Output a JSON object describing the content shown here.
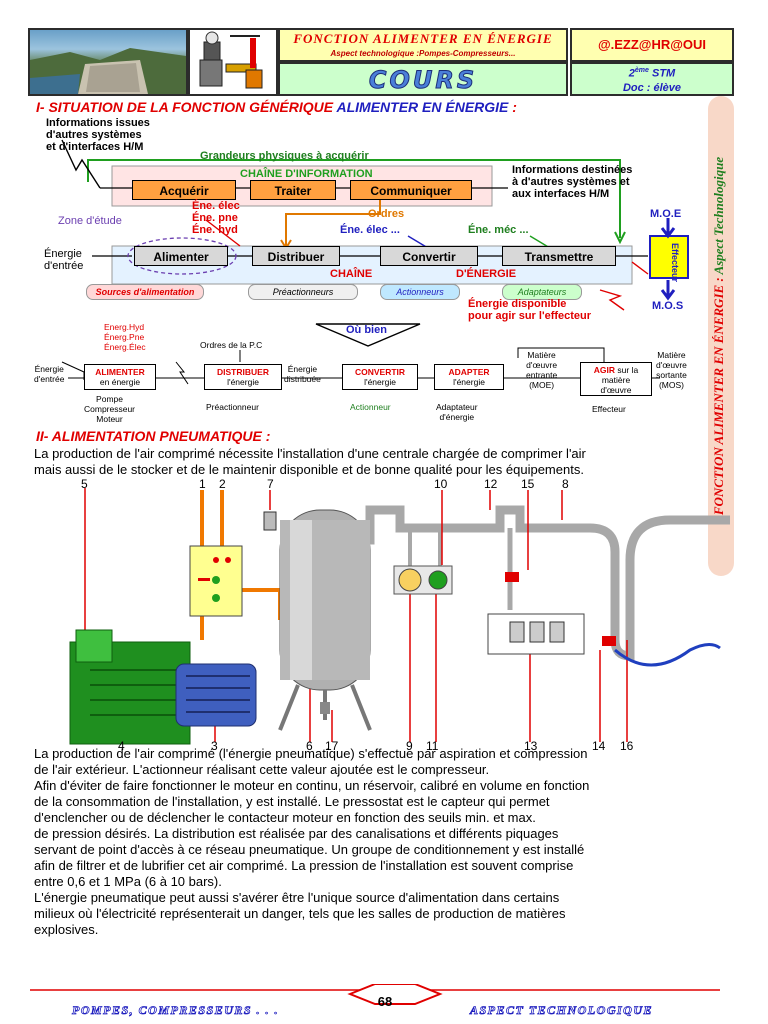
{
  "header": {
    "title": "FONCTION ALIMENTER EN ÉNERGIE",
    "subtitle": "Aspect technologique :Pompes-Compresseurs...",
    "author": "@.EZZ@HR@OUI",
    "cours": "COURS",
    "level_num": "2",
    "level_sup": "ème",
    "level_text": " STM",
    "doc": "Doc : élève"
  },
  "side_banner": {
    "part1": "FONCTION ALIMENTER EN ÉNERGIE",
    "sep": " : ",
    "part2": "Aspect Technologique"
  },
  "section1": {
    "title_prefix": "I- SITUATION DE LA FONCTION GÉNÉRIQUE ",
    "title_highlight": "ALIMENTER EN ÉNERGIE",
    "title_suffix": " :"
  },
  "diagram1": {
    "info_in": [
      "Informations issues",
      "d'autres systèmes",
      "et d'interfaces H/M"
    ],
    "grandeurs": "Grandeurs physiques à acquérir",
    "chaine_info": "CHAÎNE D'INFORMATION",
    "acquerir": "Acquérir",
    "traiter": "Traiter",
    "communiquer": "Communiquer",
    "info_out": [
      "Informations destinées",
      "à d'autres systèmes et",
      "aux interfaces H/M"
    ],
    "ene_list": [
      "Éne. élec",
      "Éne. pne",
      "Éne. hyd"
    ],
    "zone": "Zone d'étude",
    "ordres": "Ordres",
    "ene_elec": "Éne. élec ...",
    "ene_mec": "Éne. méc ...",
    "moe": "M.O.E",
    "mos": "M.O.S",
    "energie_entree": [
      "Énergie",
      "d'entrée"
    ],
    "alimenter": "Alimenter",
    "distribuer": "Distribuer",
    "convertir": "Convertir",
    "transmettre": "Transmettre",
    "effecteur": "Effecteur",
    "chaine_energie_1": "CHAÎNE",
    "chaine_energie_2": "D'ÉNERGIE",
    "tag_sources": "Sources d'alimentation",
    "tag_preact": "Préactionneurs",
    "tag_act": "Actionneurs",
    "tag_adapt": "Adaptateurs",
    "energie_dispo": [
      "Énergie disponible",
      "pour agir sur l'effecteur"
    ]
  },
  "ou_bien": "Où bien",
  "diagram2": {
    "energ_list": [
      "Energ.Hyd",
      "Énerg.Pne",
      "Énerg.Élec"
    ],
    "ordres_pc": "Ordres de la P.C",
    "energie_entree": [
      "Énergie",
      "d'entrée"
    ],
    "alimenter_r": "ALIMENTER",
    "alimenter_b": "en énergie",
    "distribuer_r": "DISTRIBUER",
    "distribuer_b": "l'énergie",
    "energie_distr": [
      "Énergie",
      "distribuée"
    ],
    "convertir_r": "CONVERTIR",
    "convertir_b": "l'énergie",
    "adapter_r": "ADAPTER",
    "adapter_b": "l'énergie",
    "moe_lbl": [
      "Matière",
      "d'œuvre",
      "entrante",
      "(MOE)"
    ],
    "agir_r": "AGIR",
    "agir_b": [
      "sur la",
      "matière",
      "d'œuvre"
    ],
    "mos_lbl": [
      "Matière",
      "d'œuvre",
      "sortante",
      "(MOS)"
    ],
    "pompe": [
      "Pompe",
      "Compresseur",
      "Moteur"
    ],
    "preactionneur": "Préactionneur",
    "actionneur": "Actionneur",
    "adaptateur": [
      "Adaptateur",
      "d'énergie"
    ],
    "effecteur": "Effecteur"
  },
  "section2": {
    "title": "II- ALIMENTATION PNEUMATIQUE :"
  },
  "intro": [
    " La production de l'air comprimé nécessite l'installation d'une centrale chargée de comprimer l'air",
    "mais aussi de le stocker et de le maintenir disponible et de bonne qualité pour les équipements."
  ],
  "install_numbers_top": [
    "5",
    "1",
    "2",
    "7",
    "10",
    "12",
    "15",
    "8"
  ],
  "install_numbers_bottom": [
    "4",
    "3",
    "6",
    "17",
    "9",
    "11",
    "13",
    "14",
    "16"
  ],
  "body_text": [
    " La production de l'air comprimé (l'énergie pneumatique) s'effectue par aspiration et compression",
    "de l'air extérieur. L'actionneur réalisant cette valeur ajoutée est le compresseur.",
    "Afin d'éviter de faire fonctionner le moteur en continu, un réservoir, calibré en volume en fonction",
    " de la consommation de l'installation, y est installé. Le pressostat est le capteur qui permet",
    "d'enclencher ou de déclencher le contacteur moteur en fonction des seuils min. et max.",
    "de pression désirés. La distribution est réalisée par des canalisations et différents piquages",
    "servant de point d'accès à ce réseau pneumatique. Un groupe de conditionnement y est installé",
    "afin de filtrer et de lubrifier cet air comprimé. La pression de l'installation est souvent comprise",
    "entre 0,6 et 1 MPa (6 à 10 bars).",
    " L'énergie pneumatique peut aussi s'avérer être l'unique source d'alimentation dans certains",
    "milieux où l'électricité représenterait un danger, tels que les salles de production de matières",
    "explosives."
  ],
  "footer": {
    "left": "POMPES, COMPRESSEURS . . .",
    "page": "68",
    "right": "ASPECT TECHNOLOGIQUE"
  }
}
